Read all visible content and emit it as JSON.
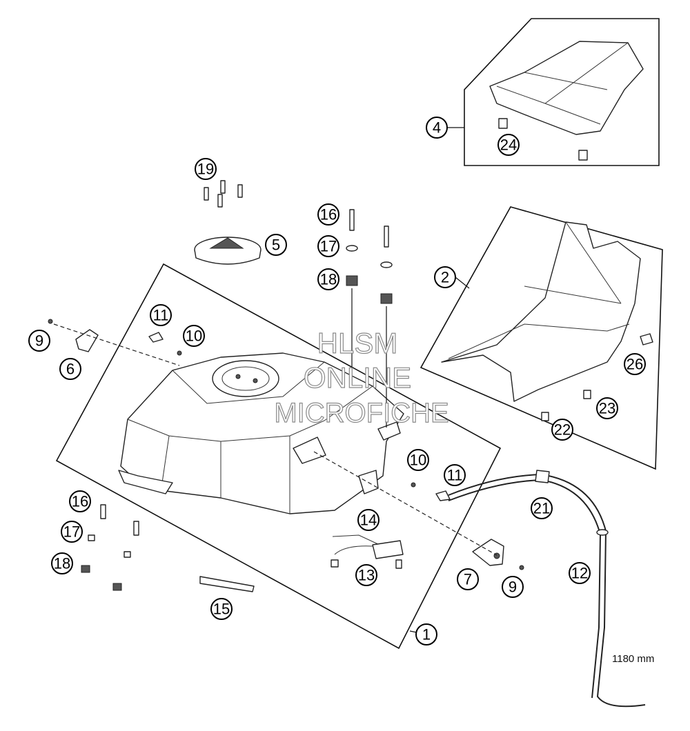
{
  "watermark": [
    "HLSM",
    "ONLINE",
    "MICROFICHE"
  ],
  "length_note": "1180 mm",
  "callouts": {
    "c1": "1",
    "c2": "2",
    "c4": "4",
    "c5": "5",
    "c6": "6",
    "c7": "7",
    "c9a": "9",
    "c9b": "9",
    "c10a": "10",
    "c10b": "10",
    "c11a": "11",
    "c11b": "11",
    "c12": "12",
    "c13": "13",
    "c14": "14",
    "c15": "15",
    "c16a": "16",
    "c16b": "16",
    "c17a": "17",
    "c17b": "17",
    "c18a": "18",
    "c18b": "18",
    "c19": "19",
    "c21": "21",
    "c22": "22",
    "c23": "23",
    "c24": "24",
    "c26": "26"
  }
}
